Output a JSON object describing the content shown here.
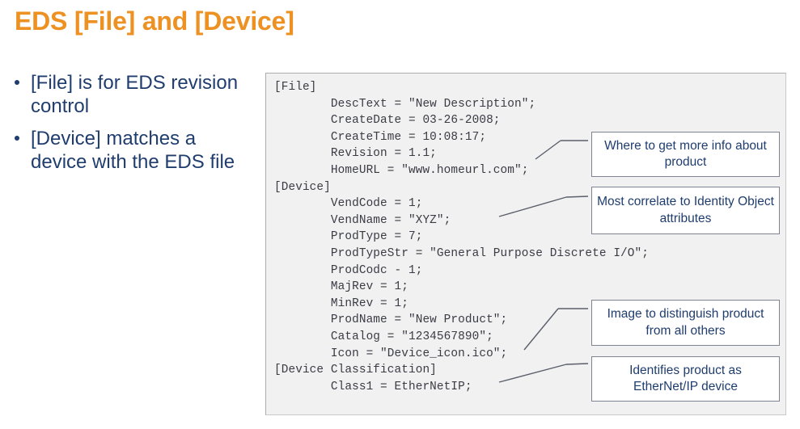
{
  "slide": {
    "title": "EDS [File] and [Device]",
    "title_color": "#ED9122",
    "body_color": "#1F3D6E"
  },
  "bullets": [
    {
      "text": "[File] is for EDS revision control"
    },
    {
      "text": "[Device] matches a device with the EDS file"
    }
  ],
  "code_panel": {
    "background_color": "#F1F1F1",
    "border_color": "#ADADAD",
    "text_color": "#3B3B45",
    "lines": [
      "[File]",
      "        DescText = \"New Description\";",
      "        CreateDate = 03-26-2008;",
      "        CreateTime = 10:08:17;",
      "        Revision = 1.1;",
      "        HomeURL = \"www.homeurl.com\";",
      "[Device]",
      "        VendCode = 1;",
      "        VendName = \"XYZ\";",
      "        ProdType = 7;",
      "        ProdTypeStr = \"General Purpose Discrete I/O\";",
      "        ProdCodc - 1;",
      "        MajRev = 1;",
      "        MinRev = 1;",
      "        ProdName = \"New Product\";",
      "        Catalog = \"1234567890\";",
      "        Icon = \"Device_icon.ico\";",
      "[Device Classification]",
      "        Class1 = EtherNetIP;"
    ],
    "text": "[File]\n        DescText = \"New Description\";\n        CreateDate = 03-26-2008;\n        CreateTime = 10:08:17;\n        Revision = 1.1;\n        HomeURL = \"www.homeurl.com\";\n[Device]\n        VendCode = 1;\n        VendName = \"XYZ\";\n        ProdType = 7;\n        ProdTypeStr = \"General Purpose Discrete I/O\";\n        ProdCodc - 1;\n        MajRev = 1;\n        MinRev = 1;\n        ProdName = \"New Product\";\n        Catalog = \"1234567890\";\n        Icon = \"Device_icon.ico\";\n[Device Classification]\n        Class1 = EtherNetIP;"
  },
  "callouts": [
    {
      "id": "homeurl",
      "text": "Where to get more info about product"
    },
    {
      "id": "identity",
      "text": "Most correlate to Identity Object attributes"
    },
    {
      "id": "icon",
      "text": "Image to distinguish product from all others"
    },
    {
      "id": "class",
      "text": "Identifies product as EtherNet/IP device"
    }
  ],
  "leader_line_color": "#5A5F6B"
}
